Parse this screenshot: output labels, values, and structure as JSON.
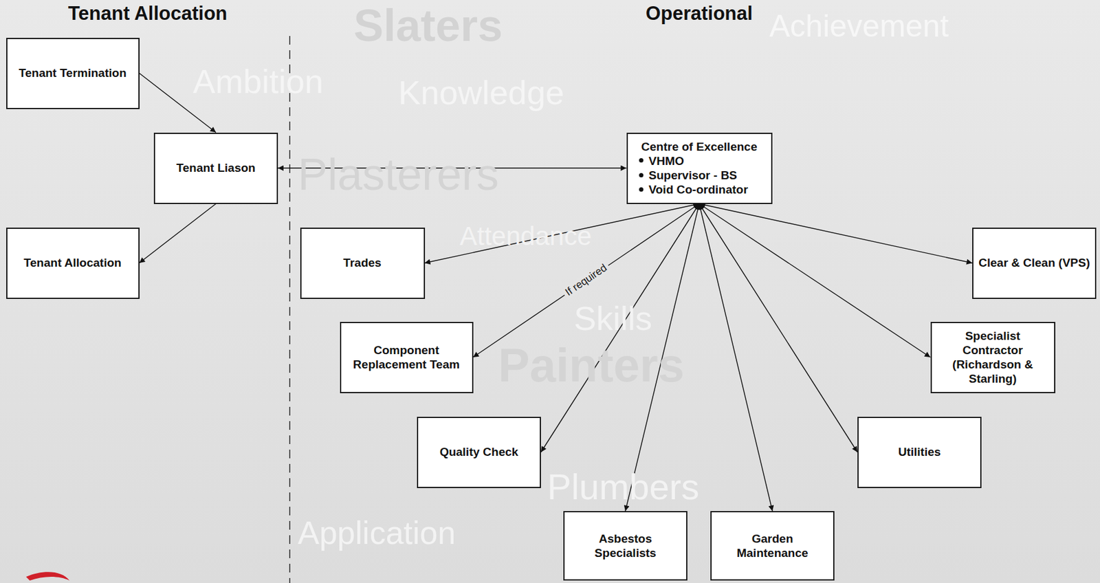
{
  "diagram": {
    "nodes": [
      {
        "text": [
          "Tenant Termination"
        ]
      },
      {
        "text": [
          "Tenant Liason"
        ]
      },
      {
        "text": [
          "Tenant Allocation"
        ]
      },
      {
        "text": [
          "Centre of Excellence",
          "VHMO",
          "Supervisor - BS",
          "Void Co-ordinator"
        ]
      },
      {
        "text": [
          "Trades"
        ]
      },
      {
        "text": [
          "Component Replacement Team"
        ]
      },
      {
        "text": [
          "Quality Check"
        ]
      },
      {
        "text": [
          "Asbestos Specialists"
        ]
      },
      {
        "text": [
          "Garden Maintenance"
        ]
      },
      {
        "text": [
          "Utilities"
        ]
      },
      {
        "text": [
          "Specialist Contractor (Richardson & Starling)"
        ]
      },
      {
        "text": [
          "Clear & Clean (VPS)"
        ]
      }
    ],
    "edges": [
      {
        "from": 0,
        "to": 1,
        "arrow": "to"
      },
      {
        "from": 1,
        "to": 2,
        "arrow": "to"
      },
      {
        "from": 1,
        "to": 3,
        "arrow": "both"
      },
      {
        "from": 3,
        "to": 4,
        "arrow": "to"
      },
      {
        "from": 3,
        "to": 5,
        "label": "If required",
        "arrow": "to"
      },
      {
        "from": 3,
        "to": 6,
        "arrow": "to"
      },
      {
        "from": 3,
        "to": 7,
        "arrow": "to"
      },
      {
        "from": 3,
        "to": 8,
        "arrow": "to"
      },
      {
        "from": 3,
        "to": 9,
        "arrow": "to"
      },
      {
        "from": 3,
        "to": 10,
        "arrow": "to"
      },
      {
        "from": 3,
        "to": 11,
        "arrow": "to"
      }
    ],
    "labels": [
      "Tenant Allocation",
      "Operational",
      "Slaters",
      "Achievement",
      "Ambition",
      "Knowledge",
      "Plasterers",
      "Attendance",
      "Skills",
      "Painters",
      "Application",
      "Plumbers"
    ]
  }
}
